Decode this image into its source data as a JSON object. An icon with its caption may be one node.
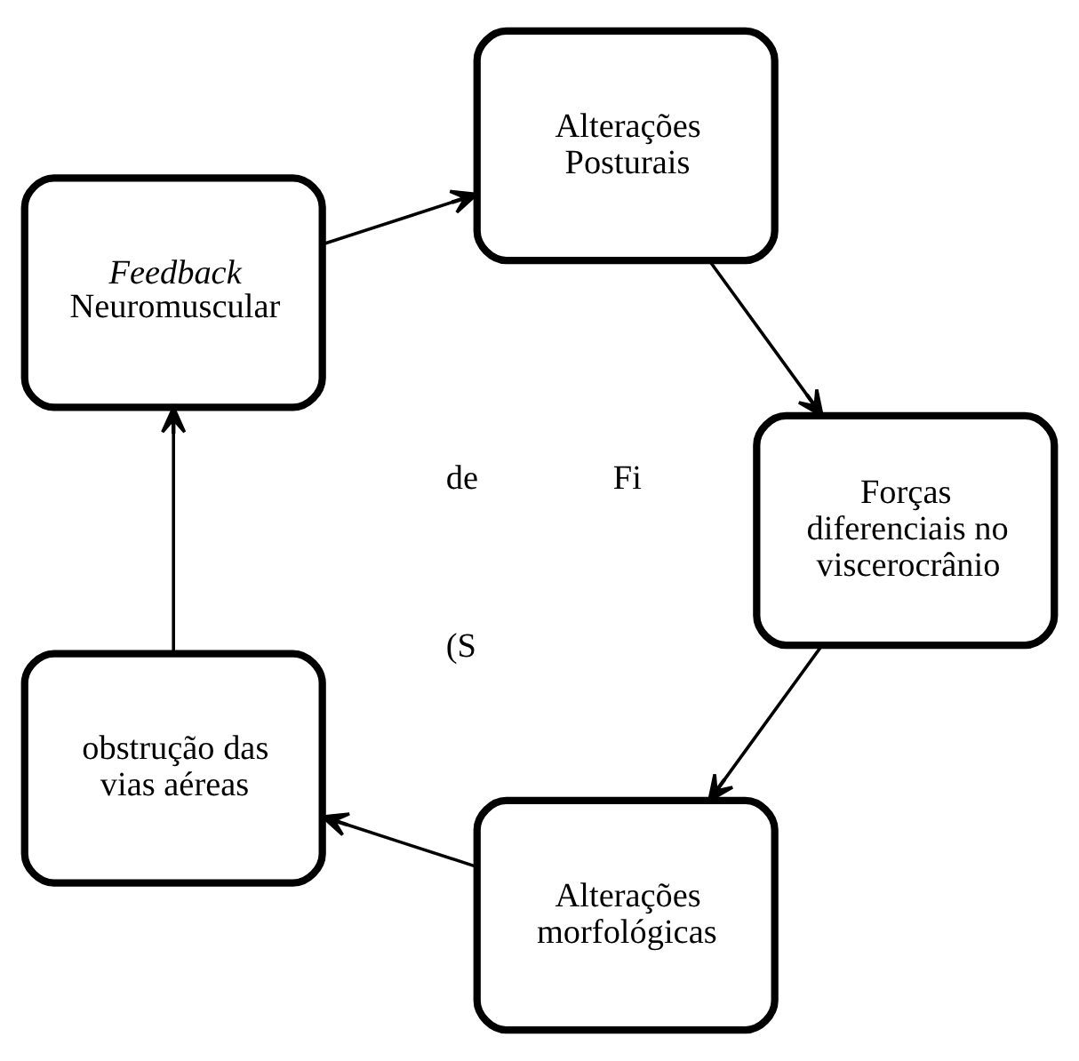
{
  "diagram": {
    "nodes": [
      {
        "text": [
          "Alterações morfológicas"
        ]
      },
      {
        "text": [
          "obstrução das vias aéreas"
        ]
      },
      {
        "text": [
          "*Feedback* Neuromuscular"
        ]
      },
      {
        "text": [
          "Alterações Posturais"
        ]
      },
      {
        "text": [
          "Forças diferenciais no viscerocrânio"
        ]
      }
    ],
    "edges": [
      {
        "from": 0,
        "to": 1,
        "arrow": "to"
      },
      {
        "from": 1,
        "to": 2,
        "arrow": "to"
      },
      {
        "from": 2,
        "to": 3,
        "arrow": "to"
      },
      {
        "from": 3,
        "to": 4,
        "arrow": "to"
      },
      {
        "from": 4,
        "to": 0,
        "arrow": "to"
      }
    ],
    "labels": [
      "Fi",
      "de",
      "(S"
    ]
  }
}
